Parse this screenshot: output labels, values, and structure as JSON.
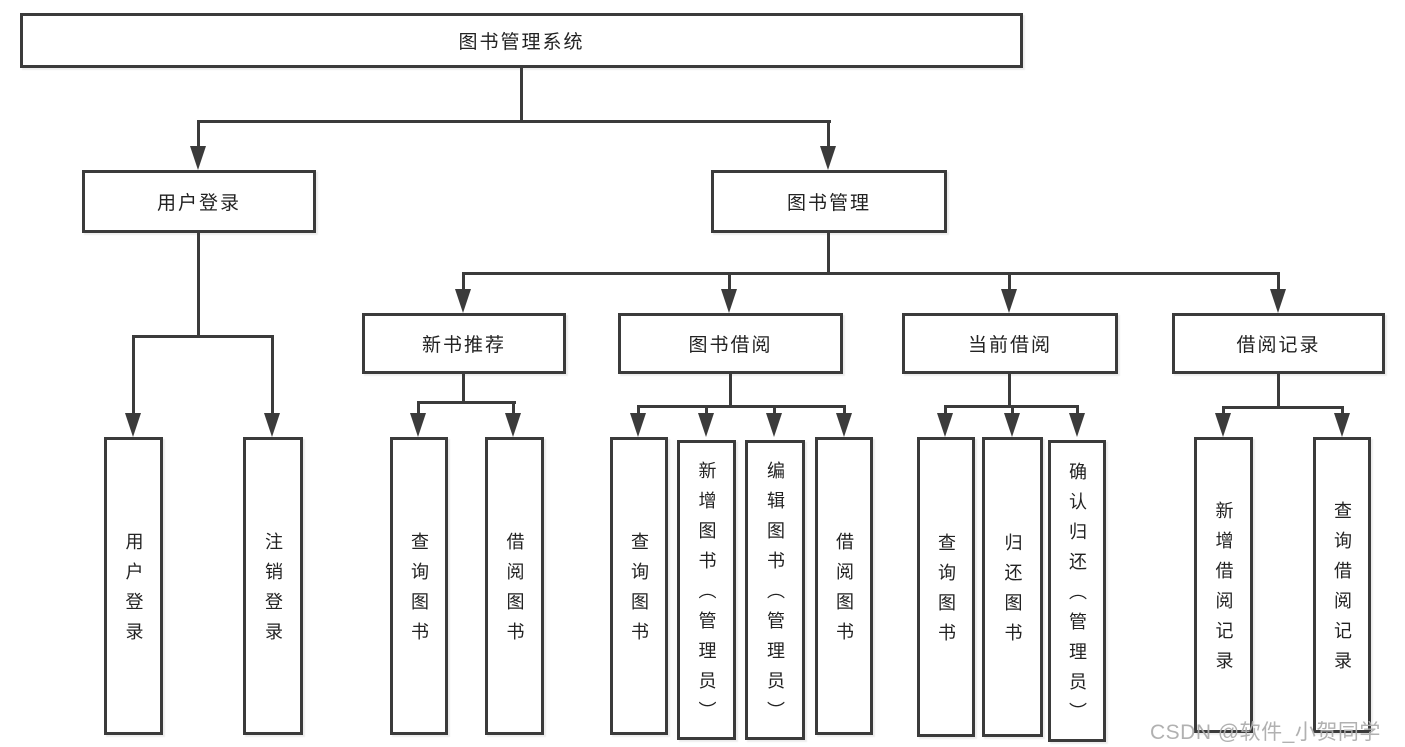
{
  "structure": {
    "root": "图书管理系统",
    "children": [
      {
        "label": "用户登录",
        "children": [
          "用户登录",
          "注销登录"
        ]
      },
      {
        "label": "图书管理",
        "children": [
          {
            "label": "新书推荐",
            "children": [
              "查询图书",
              "借阅图书"
            ]
          },
          {
            "label": "图书借阅",
            "children": [
              "查询图书",
              "新增图书（管理员）",
              "编辑图书（管理员）",
              "借阅图书"
            ]
          },
          {
            "label": "当前借阅",
            "children": [
              "查询图书",
              "归还图书",
              "确认归还（管理员）"
            ]
          },
          {
            "label": "借阅记录",
            "children": [
              "新增借阅记录",
              "查询借阅记录"
            ]
          }
        ]
      }
    ]
  },
  "watermark": {
    "text": "CSDN @软件_小贺同学"
  },
  "colors": {
    "line": "#3b3b3b",
    "text": "#222222",
    "box_background": "#ffffff",
    "watermark": "#adadad",
    "background": "#ffffff"
  }
}
